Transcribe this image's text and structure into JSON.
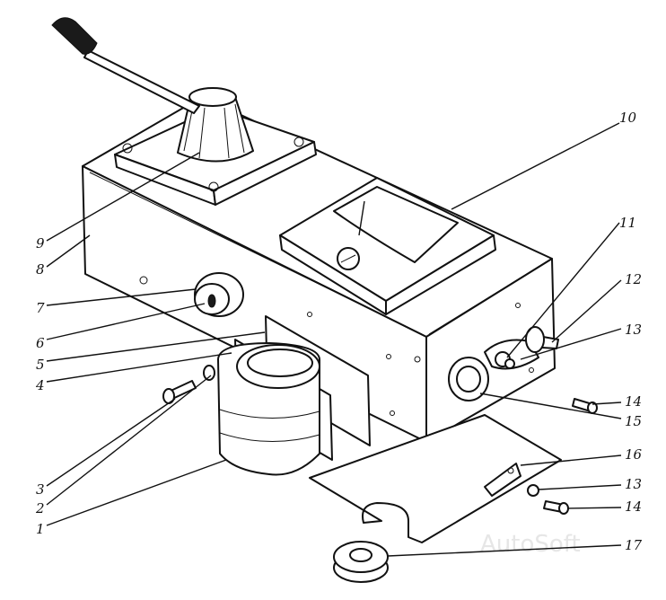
{
  "callouts": [
    {
      "id": "c1",
      "text": "1"
    },
    {
      "id": "c2",
      "text": "2"
    },
    {
      "id": "c3",
      "text": "3"
    },
    {
      "id": "c4",
      "text": "4"
    },
    {
      "id": "c5",
      "text": "5"
    },
    {
      "id": "c6",
      "text": "6"
    },
    {
      "id": "c7",
      "text": "7"
    },
    {
      "id": "c8",
      "text": "8"
    },
    {
      "id": "c9",
      "text": "9"
    },
    {
      "id": "c10",
      "text": "10"
    },
    {
      "id": "c11",
      "text": "11"
    },
    {
      "id": "c12",
      "text": "12"
    },
    {
      "id": "c13a",
      "text": "13"
    },
    {
      "id": "c13b",
      "text": "13"
    },
    {
      "id": "c14a",
      "text": "14"
    },
    {
      "id": "c14b",
      "text": "14"
    },
    {
      "id": "c15",
      "text": "15"
    },
    {
      "id": "c16",
      "text": "16"
    },
    {
      "id": "c17",
      "text": "17"
    }
  ],
  "watermark": "AutoSoft"
}
